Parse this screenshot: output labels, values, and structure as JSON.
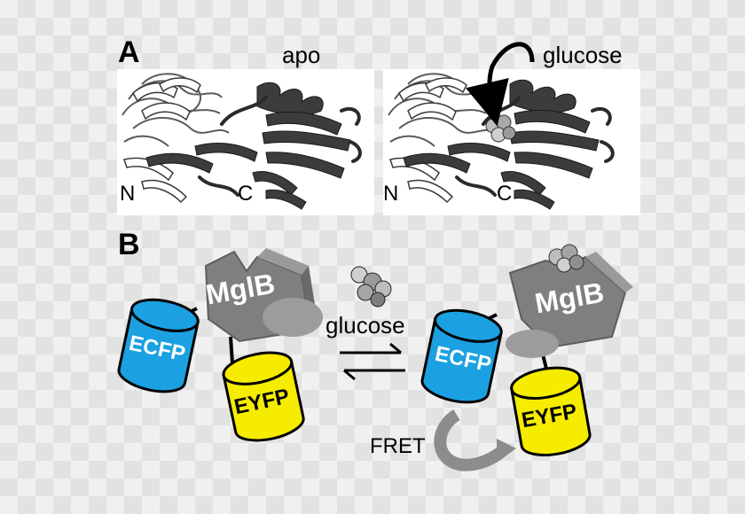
{
  "panel_a": {
    "label": "A",
    "left_state": "apo",
    "right_state": "glucose",
    "n_terminus": "N",
    "c_terminus": "C"
  },
  "panel_b": {
    "label": "B",
    "ligand_label": "glucose",
    "fret_label": "FRET",
    "protein": "MglB",
    "donor": "ECFP",
    "acceptor": "EYFP"
  },
  "colors": {
    "ecfp": "#1ba1e2",
    "eyfp": "#f5ec00",
    "mglb": "#7f7f7f",
    "ribbon_dark": "#3c3c3c",
    "ribbon_light": "#ffffff"
  }
}
